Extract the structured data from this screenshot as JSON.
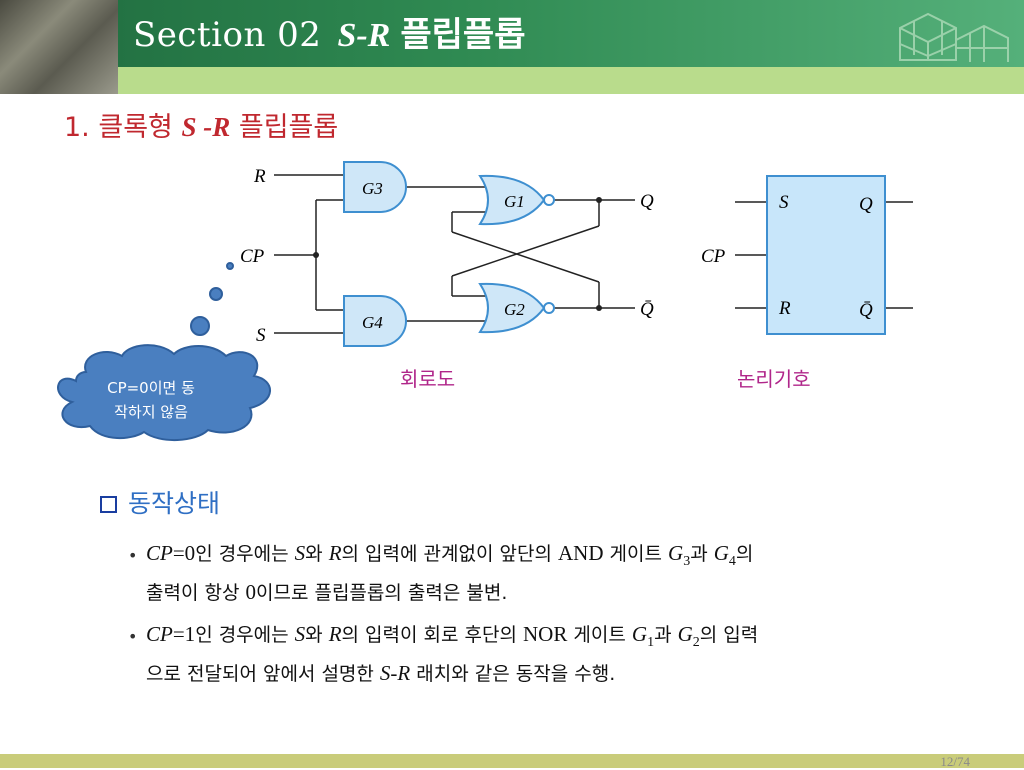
{
  "header": {
    "section": "Section 02",
    "sr": "S-R",
    "title_kr": "플립플롭"
  },
  "subtitle": {
    "number": "1.",
    "kr": "클록형",
    "sr": "S -R",
    "kr2": "플립플롭"
  },
  "circuit": {
    "inputs": [
      "R",
      "CP",
      "S"
    ],
    "gates": [
      "G3",
      "G1",
      "G2",
      "G4"
    ],
    "outputs": [
      "Q",
      "Q̄"
    ],
    "caption": "회로도"
  },
  "symbol": {
    "pins_left": [
      "S",
      "CP",
      "R"
    ],
    "pins_right": [
      "Q",
      "Q̄"
    ],
    "caption": "논리기호"
  },
  "cloud": {
    "line1": "CP=0이면 동",
    "line2": "작하지 않음"
  },
  "operation": {
    "heading": "동작상태",
    "b1": {
      "cp": "CP",
      "eq": "=0",
      "t1": "인 경우에는 ",
      "s": "S",
      "t2": "와 ",
      "r": "R",
      "t3": "의 입력에 관계없이 앞단의 ",
      "and": "AND",
      "t4": " 게이트 ",
      "g3": "G",
      "g3n": "3",
      "t5": "과 ",
      "g4": "G",
      "g4n": "4",
      "t6": "의",
      "line2a": "출력이 항상 ",
      "zero": "0",
      "line2b": "이므로 플립플롭의 출력은 불변."
    },
    "b2": {
      "cp": "CP",
      "eq": "=1",
      "t1": "인 경우에는 ",
      "s": "S",
      "t2": "와 ",
      "r": "R",
      "t3": "의 입력이 회로 후단의 ",
      "nor": "NOR",
      "t4": " 게이트 ",
      "g1": "G",
      "g1n": "1",
      "t5": "과 ",
      "g2": "G",
      "g2n": "2",
      "t6": "의 입력",
      "line2a": "으로 전달되어 앞에서 설명한 ",
      "sr": "S-R",
      "line2b": " 래치와 같은 동작을 수행."
    }
  },
  "footer": {
    "page": "12/74"
  },
  "colors": {
    "header_green": "#2f8a52",
    "accent_red": "#c0282f",
    "caption_magenta": "#b0268a",
    "gate_fill": "#cfe7f8",
    "gate_stroke": "#3e8fd0",
    "cloud_fill": "#4a7fc0",
    "heading_blue": "#2f6fc4"
  }
}
